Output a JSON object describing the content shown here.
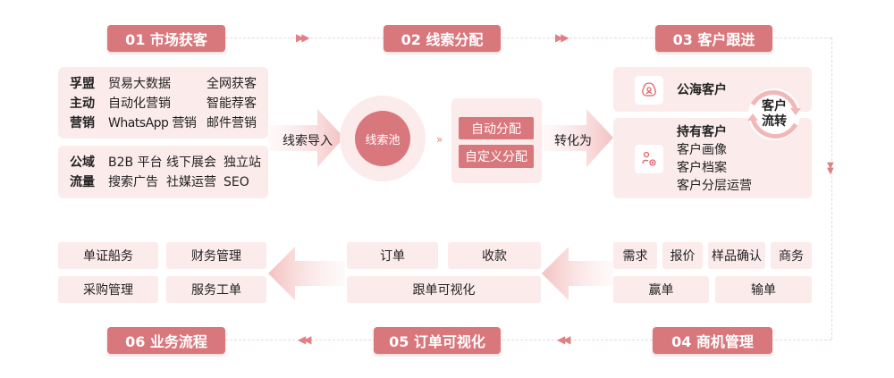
{
  "steps": {
    "s01": "01 市场获客",
    "s02": "02 线索分配",
    "s03": "03 客户跟进",
    "s04": "04 商机管理",
    "s05": "05 订单可视化",
    "s06": "06 业务流程"
  },
  "acquisition": {
    "rows1": [
      {
        "label": "孚盟",
        "a": "贸易大数据",
        "b": "全网获客"
      },
      {
        "label": "主动",
        "a": "自动化营销",
        "b": "智能荐客"
      },
      {
        "label": "营销",
        "a": "WhatsApp 营销",
        "b": "邮件营销"
      }
    ],
    "rows2": [
      {
        "label": "公域",
        "a": "B2B 平台",
        "b": "线下展会",
        "c": "独立站"
      },
      {
        "label": "流量",
        "a": "搜索广告",
        "b": "社媒运营",
        "c": "SEO"
      }
    ]
  },
  "import_label": "线索导入",
  "pool_label": "线索池",
  "assign": {
    "auto": "自动分配",
    "custom": "自定义分配"
  },
  "convert_label": "转化为",
  "customers": {
    "public": "公海客户",
    "owned": [
      "持有客户",
      "客户画像",
      "客户档案",
      "客户分层运营"
    ],
    "flow": [
      "客户",
      "流转"
    ]
  },
  "opportunity": {
    "items": [
      "需求",
      "报价",
      "样品确认",
      "商务"
    ],
    "win": "赢单",
    "lose": "输单"
  },
  "order": {
    "order": "订单",
    "payment": "收款",
    "tracking": "跟单可视化"
  },
  "business": [
    "单证船务",
    "财务管理",
    "采购管理",
    "服务工单"
  ],
  "colors": {
    "accent": "#d8777c",
    "panel": "#fcebeb"
  }
}
